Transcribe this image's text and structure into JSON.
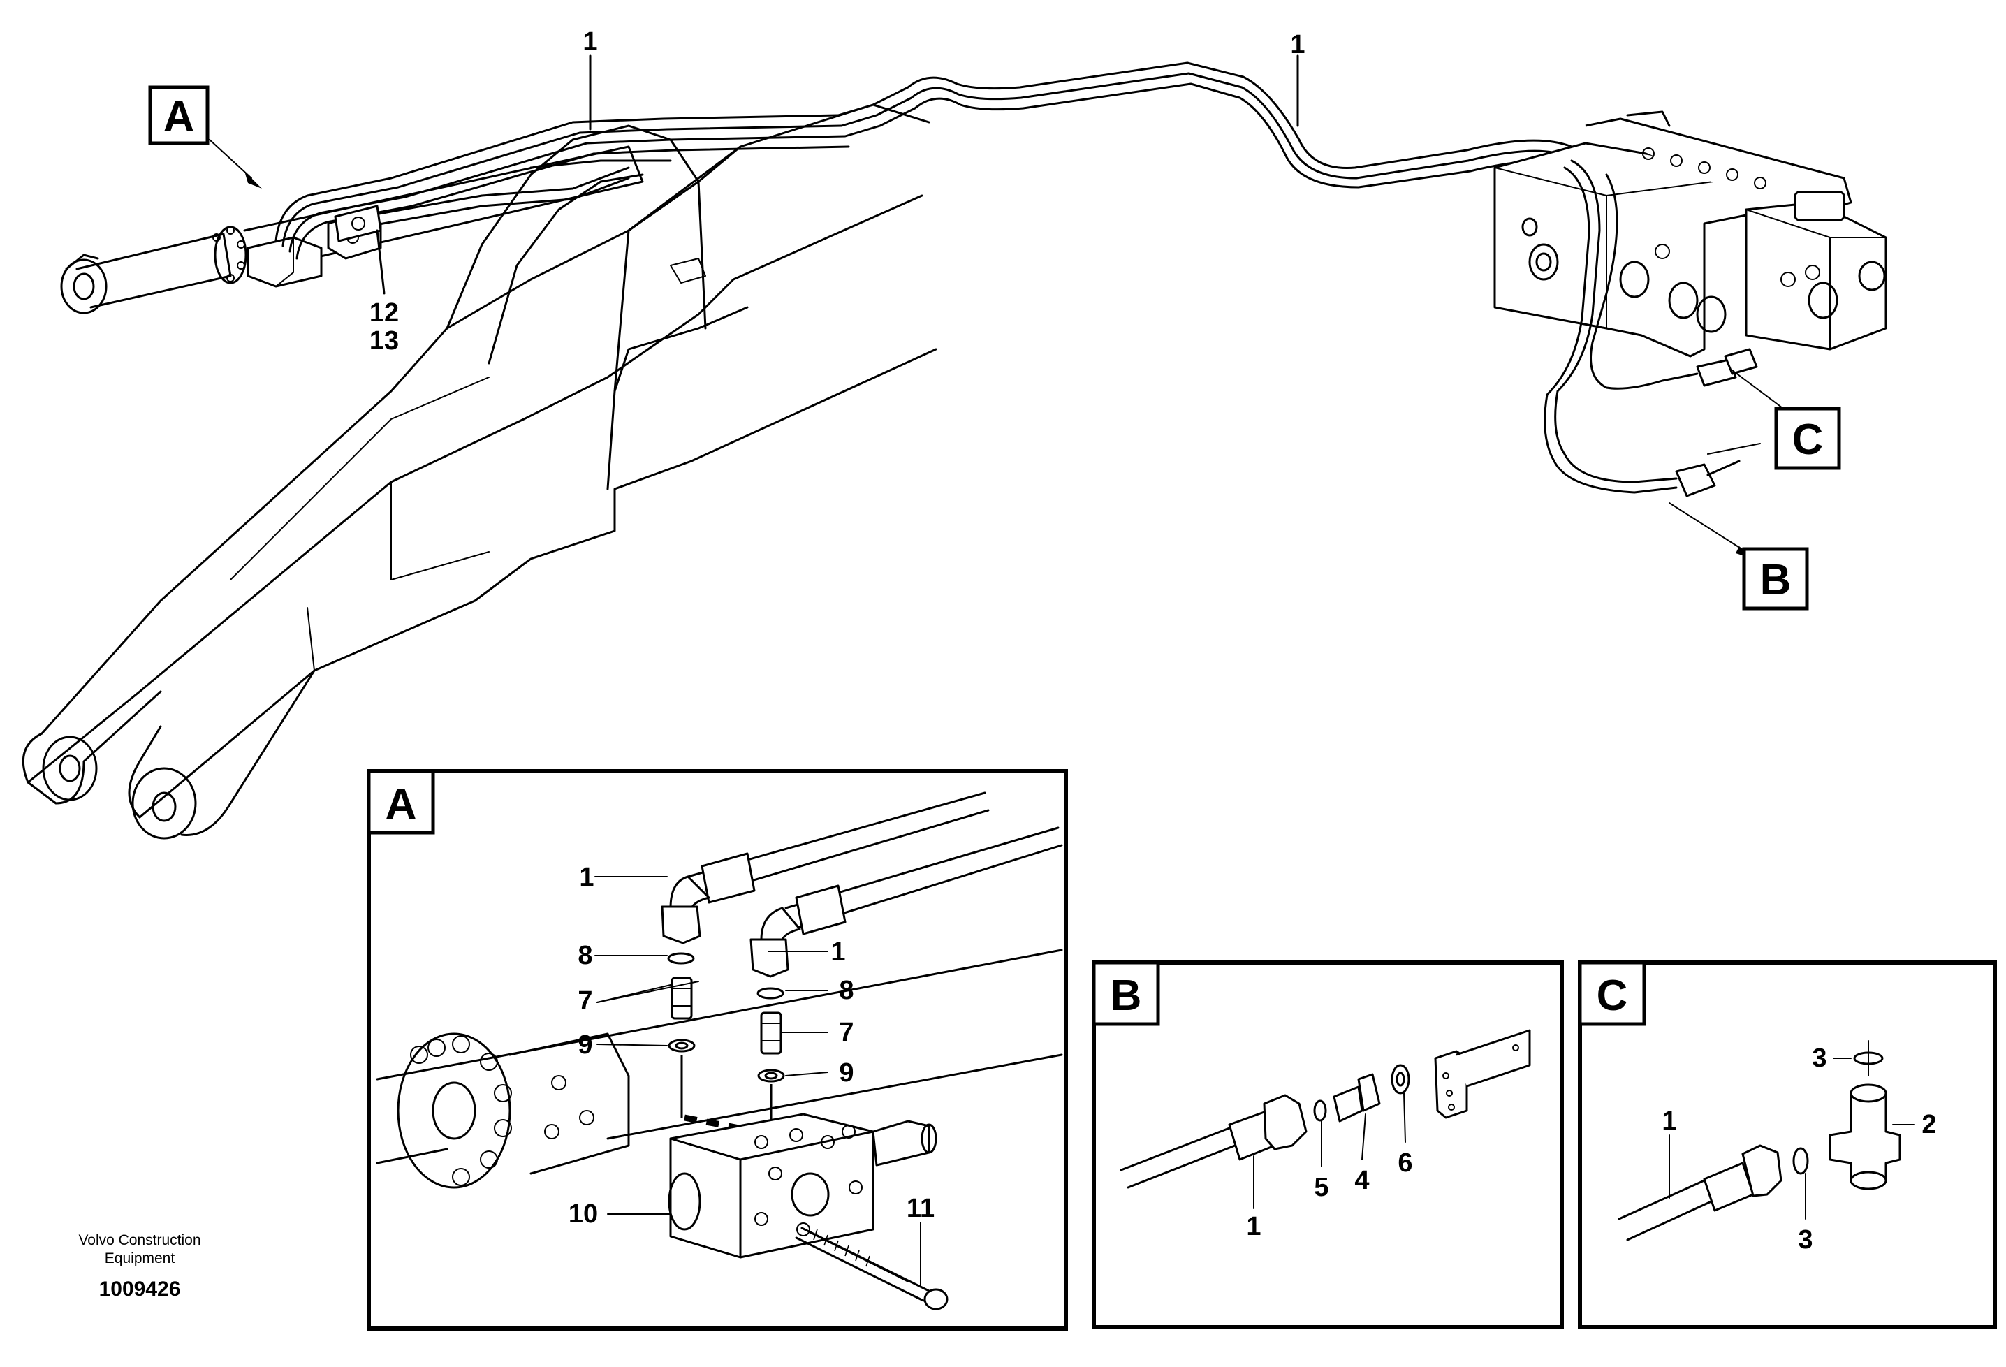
{
  "main_view": {
    "callout_1_left": "1",
    "callout_1_right": "1",
    "callout_12": "12",
    "callout_13": "13",
    "ref_A": "A",
    "ref_B": "B",
    "ref_C": "C"
  },
  "detail_A": {
    "title": "A",
    "callouts": [
      "1",
      "1",
      "8",
      "8",
      "7",
      "7",
      "9",
      "9",
      "10",
      "11"
    ]
  },
  "detail_B": {
    "title": "B",
    "callouts": [
      "1",
      "5",
      "4",
      "6"
    ]
  },
  "detail_C": {
    "title": "C",
    "callouts": [
      "3",
      "2",
      "1",
      "3"
    ]
  },
  "footer": {
    "company_line1": "Volvo Construction",
    "company_line2": "Equipment",
    "drawing_number": "1009426"
  }
}
